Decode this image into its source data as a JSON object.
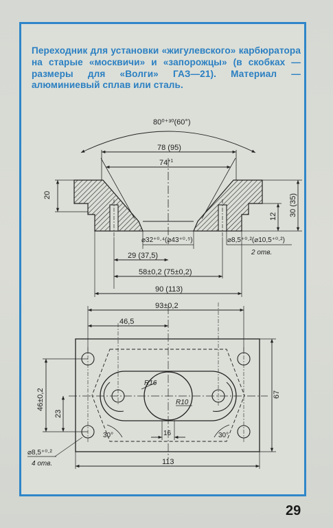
{
  "caption": "Переходник для установки «жигулевского» карбюратора на старые «москвичи» и «запорожцы» (в скобках — размеры для «Волги» ГАЗ—21). Материал — алюминиевый сплав или сталь.",
  "page_number": "29",
  "section_view": {
    "angle": "80⁰⁺³⁰(60°)",
    "width_78": "78 (95)",
    "width_74": "74",
    "width_74_tol": "+1",
    "height_left": "20",
    "height_30": "30 (35)",
    "height_12": "12",
    "bore": "⌀32⁺⁰·⁴(⌀43⁺⁰·⁵)",
    "hole": "⌀8,5⁺⁰·²(⌀10,5⁺⁰·²)",
    "hole_count": "2 отв.",
    "dim_29": "29 (37,5)",
    "dim_58": "58±0,2 (75±0,2)",
    "dim_90": "90 (113)"
  },
  "plan_view": {
    "dim_93": "93±0,2",
    "dim_46": "46,5",
    "dim_46_vert": "46±0,2",
    "dim_23": "23",
    "dim_67": "67",
    "dim_113": "113",
    "dim_16": "16",
    "angle_left": "30°",
    "angle_right": "30°",
    "r16": "R16",
    "r10": "R10",
    "hole": "⌀8,5⁺⁰·²",
    "hole_count": "4 отв."
  }
}
